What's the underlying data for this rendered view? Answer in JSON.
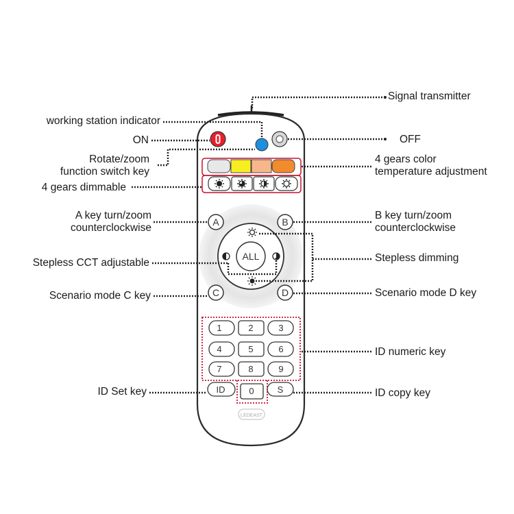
{
  "labels": {
    "signal_transmitter": "Signal transmitter",
    "working_station_indicator": "working station indicator",
    "on": "ON",
    "off": "OFF",
    "rotate_zoom_line1": "Rotate/zoom",
    "rotate_zoom_line2": "function switch key",
    "color_temp_line1": "4 gears color",
    "color_temp_line2": "temperature adjustment",
    "dimmable": "4 gears dimmable",
    "a_key_line1": "A key turn/zoom",
    "a_key_line2": "counterclockwise",
    "b_key_line1": "B key turn/zoom",
    "b_key_line2": "counterclockwise",
    "stepless_cct": "Stepless CCT adjustable",
    "stepless_dimming": "Stepless dimming",
    "scenario_c": "Scenario mode C key",
    "scenario_d": "Scenario mode D key",
    "id_numeric": "ID numeric key",
    "id_set": "ID Set key",
    "id_copy": "ID copy key"
  },
  "keys": {
    "a": "A",
    "b": "B",
    "c": "C",
    "d": "D",
    "all": "ALL",
    "numbers": [
      "1",
      "2",
      "3",
      "4",
      "5",
      "6",
      "7",
      "8",
      "9"
    ],
    "zero": "0",
    "id": "ID",
    "s": "S"
  },
  "brand": "LEDEAST",
  "colors": {
    "on_button": "#e8202a",
    "indicator": "#1e8fe0",
    "temp_gears": [
      "#e8e8e8",
      "#f7ee22",
      "#f6b78a",
      "#f28a2e"
    ],
    "highlight": "#c8102e"
  }
}
